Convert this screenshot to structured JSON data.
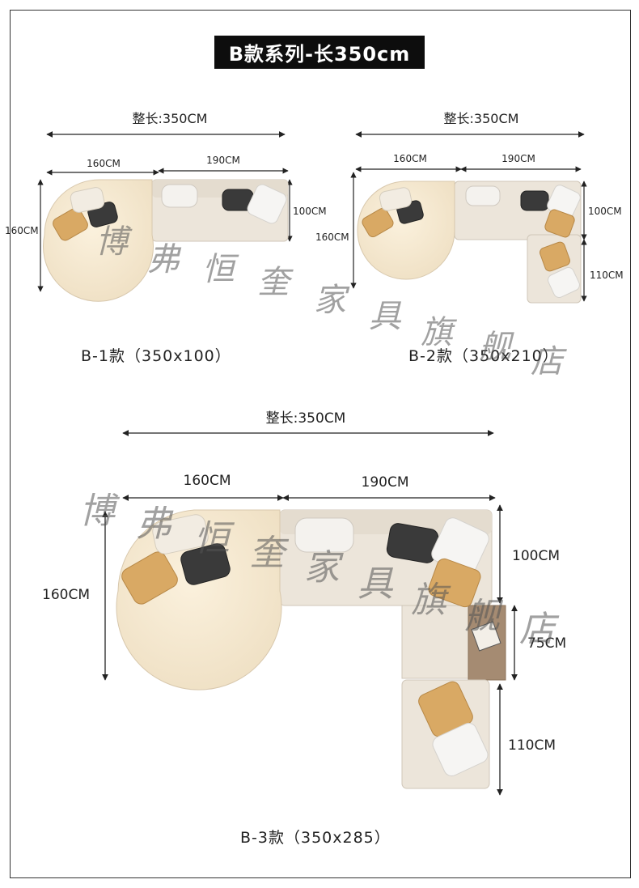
{
  "title": "B款系列-长350cm",
  "watermark_chars": [
    "博",
    "弗",
    "恒",
    "奎",
    "家",
    "具",
    "旗",
    "舰",
    "店"
  ],
  "colors": {
    "sofa": "#ece5da",
    "sofa_edge": "#cfc6b8",
    "chaise_light": "#f6e9d2",
    "pillow_tan": "#d9a964",
    "pillow_white": "#f4f2ee",
    "side_table": "#a58b72"
  },
  "b1": {
    "total": "整长:350CM",
    "seg_left": "160CM",
    "seg_right": "190CM",
    "depth_right": "100CM",
    "depth_left": "160CM",
    "label": "B-1款（350x100）"
  },
  "b2": {
    "total": "整长:350CM",
    "seg_left": "160CM",
    "seg_right": "190CM",
    "depth_right": "100CM",
    "depth_left": "160CM",
    "depth_ext": "110CM",
    "label": "B-2款（350x210）"
  },
  "b3": {
    "total": "整长:350CM",
    "seg_left": "160CM",
    "seg_right": "190CM",
    "depth_right": "100CM",
    "depth_left": "160CM",
    "depth_table": "75CM",
    "depth_ext": "110CM",
    "label": "B-3款（350x285）"
  }
}
